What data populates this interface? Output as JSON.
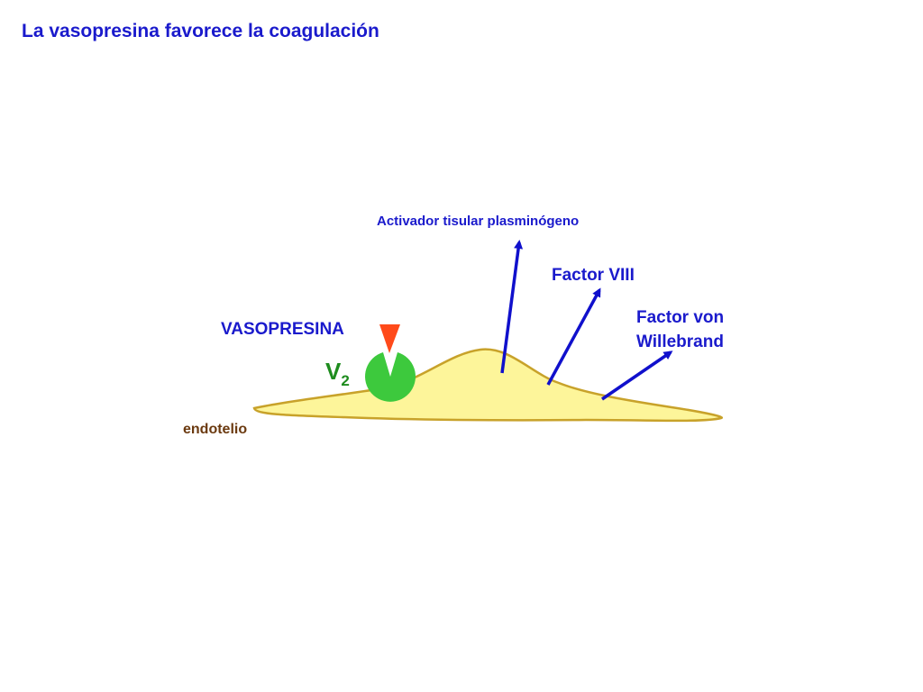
{
  "slide": {
    "title": "La vasopresina favorece la coagulación"
  },
  "labels": {
    "hormone": "VASOPRESINA",
    "receptor_main": "V",
    "receptor_sub": "2",
    "cell": "endotelio",
    "factor_tpa": "Activador tisular plasminógeno",
    "factor_viii": "Factor VIII",
    "factor_vwf_line1": "Factor von",
    "factor_vwf_line2": "Willebrand"
  },
  "colors": {
    "title": "#1a1acc",
    "label_blue": "#1a1acc",
    "arrow": "#1010cc",
    "cell_fill": "#fdf59a",
    "cell_stroke": "#c8a22a",
    "receptor": "#3dc93d",
    "receptor_label": "#1e8c1e",
    "hormone": "#ff4a1a",
    "endotelio": "#6b3a10"
  }
}
